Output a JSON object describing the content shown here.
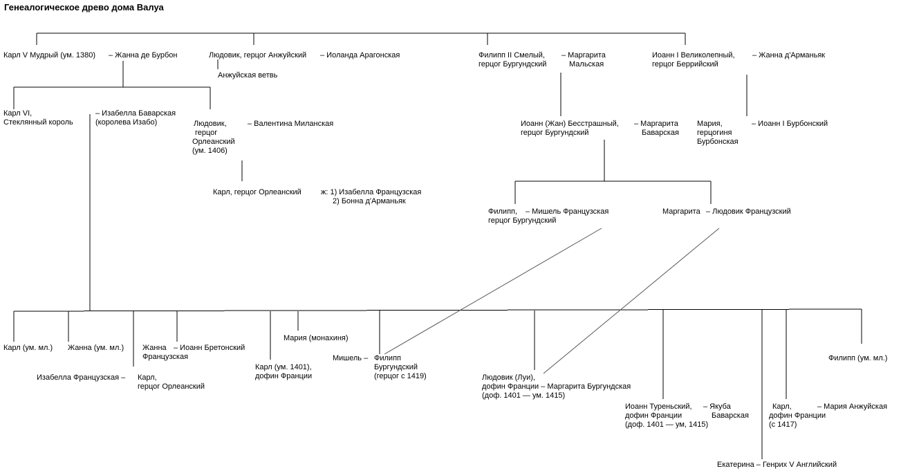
{
  "title": "Генеалогическое древо дома Валуа",
  "people": {
    "karl5": "Карл V Мудрый (ум. 1380)",
    "zhanna_burbon": "– Жанна де Бурбон",
    "ludovik_anjou": "Людовик, герцог Анжуйский",
    "iolanda": "– Иоланда Арагонская",
    "anjou_branch": "Анжуйская ветвь",
    "filipp2": [
      "Филипп II Смелый,",
      "герцог Бургундский"
    ],
    "margarita_malskaya": [
      "– Маргарита",
      "Мальская"
    ],
    "ioann1_berry": [
      "Иоанн I Великолепный,",
      "герцог Беррийский"
    ],
    "zhanna_armanyak": "– Жанна д'Арманьяк",
    "karl6": [
      "Карл VI,",
      "Стеклянный король"
    ],
    "izabella_bav": [
      "– Изабелла Баварская",
      "(королева Изабо)"
    ],
    "ludovik_orlean": [
      "Людовик,",
      "герцог",
      "Орлеанский",
      "(ум. 1406)"
    ],
    "valentina": "– Валентина Миланская",
    "karl_orlean_1": "Карл, герцог Орлеанский",
    "karl_orlean_wives": [
      "ж: 1) Изабелла Французская",
      "2) Бонна д'Арманьяк"
    ],
    "ioann_besstr": [
      "Иоанн (Жан) Бесстрашный,",
      "герцог Бургундский"
    ],
    "margarita_bav": [
      "– Маргарита",
      "Баварская"
    ],
    "maria_burbon": [
      "Мария,",
      "герцогиня",
      "Бурбонская"
    ],
    "ioann1_burbon": "– Иоанн I Бурбонский",
    "filipp_burg": [
      "Филипп,",
      "герцог Бургундский"
    ],
    "mishel_fr": "– Мишель Французская",
    "margarita_burg_d": "Маргарита",
    "ludovik_fr": "– Людовик Французский",
    "karl_um": "Карл (ум. мл.)",
    "zhanna_um": "Жанна (ум. мл.)",
    "zhanna_fr": [
      "Жанна",
      "Французская"
    ],
    "ioann_breton": "– Иоанн Бретонский",
    "izabella_fr": "Изабелла Французская –",
    "karl_orlean_2": [
      "Карл,",
      "герцог Орлеанский"
    ],
    "maria_monk": "Мария (монахиня)",
    "karl_1401": [
      "Карл (ум. 1401),",
      "дофин Франции"
    ],
    "mishel": "Мишель –",
    "filipp_burg_2": [
      "Филипп",
      "Бургундский",
      "(герцог с 1419)"
    ],
    "ludovik_lui": [
      "Людовик (Луи),",
      "дофин Франции – Маргарита Бургундская",
      "(доф. 1401 — ум. 1415)"
    ],
    "ioann_turen": [
      "Иоанн Туреньский,",
      "дофин Франции",
      "(доф. 1401 — ум, 1415)"
    ],
    "yakuba": [
      "– Якуба",
      "Баварская"
    ],
    "karl_dauphin": [
      "Карл,",
      "дофин Франции",
      "(с 1417)"
    ],
    "maria_anjou": "– Мария Анжуйская",
    "filipp_um": "Филипп (ум. мл.)",
    "ekaterina": "Екатерина – Генрих V Английский"
  }
}
